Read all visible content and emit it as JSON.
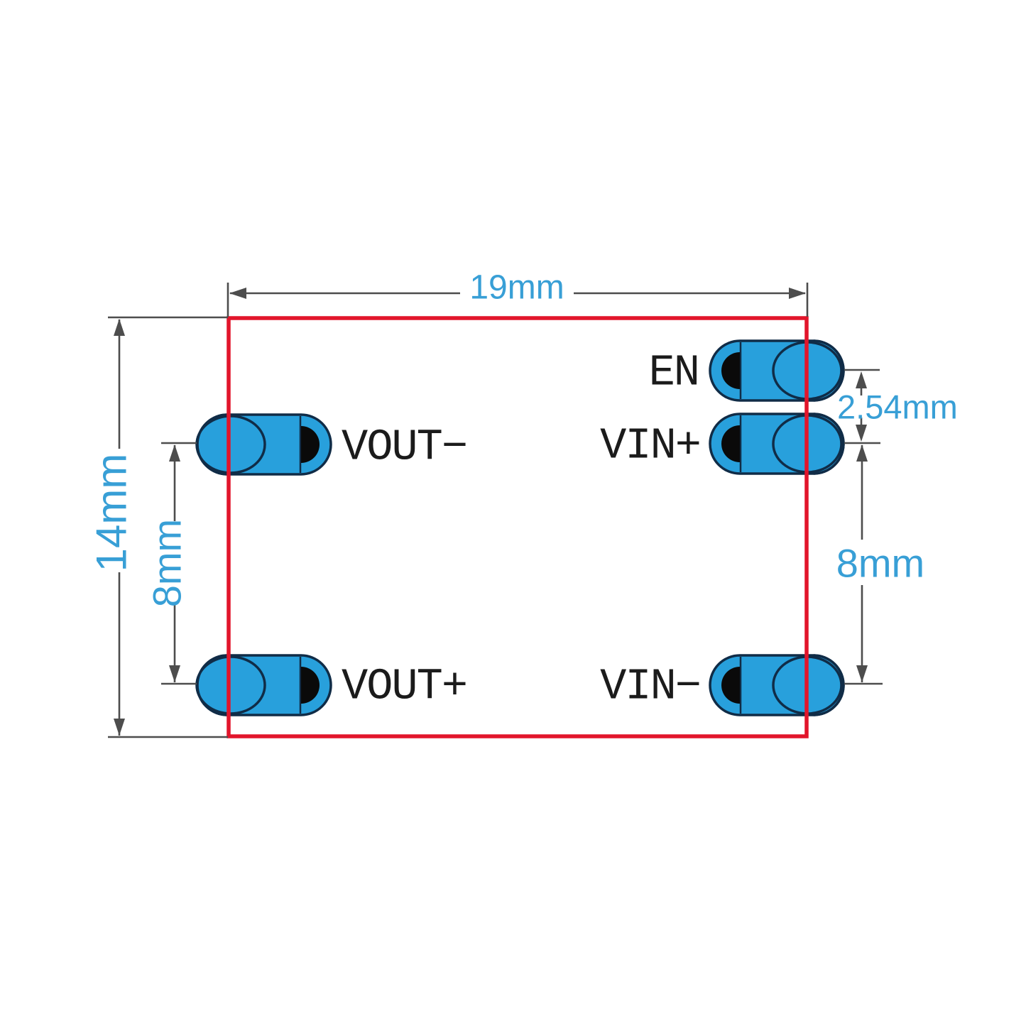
{
  "pins": {
    "en": "EN",
    "vin_plus": "VIN+",
    "vin_minus": "VIN−",
    "vout_minus": "VOUT−",
    "vout_plus": "VOUT+"
  },
  "dimensions": {
    "board_width": "19mm",
    "board_height": "14mm",
    "left_pin_spacing": "8mm",
    "right_pin_spacing": "8mm",
    "en_to_vin_spacing": "2.54mm"
  },
  "colors": {
    "background": "#ffffff",
    "board-outline": "#e2152b",
    "pad-fill": "#28a0dc",
    "pad-stroke": "#102c47",
    "hole-fill": "#0a0a0a",
    "dim-line": "#4d4d4d",
    "dim-text": "#389fd6",
    "pin-text": "#1b1b1b"
  }
}
